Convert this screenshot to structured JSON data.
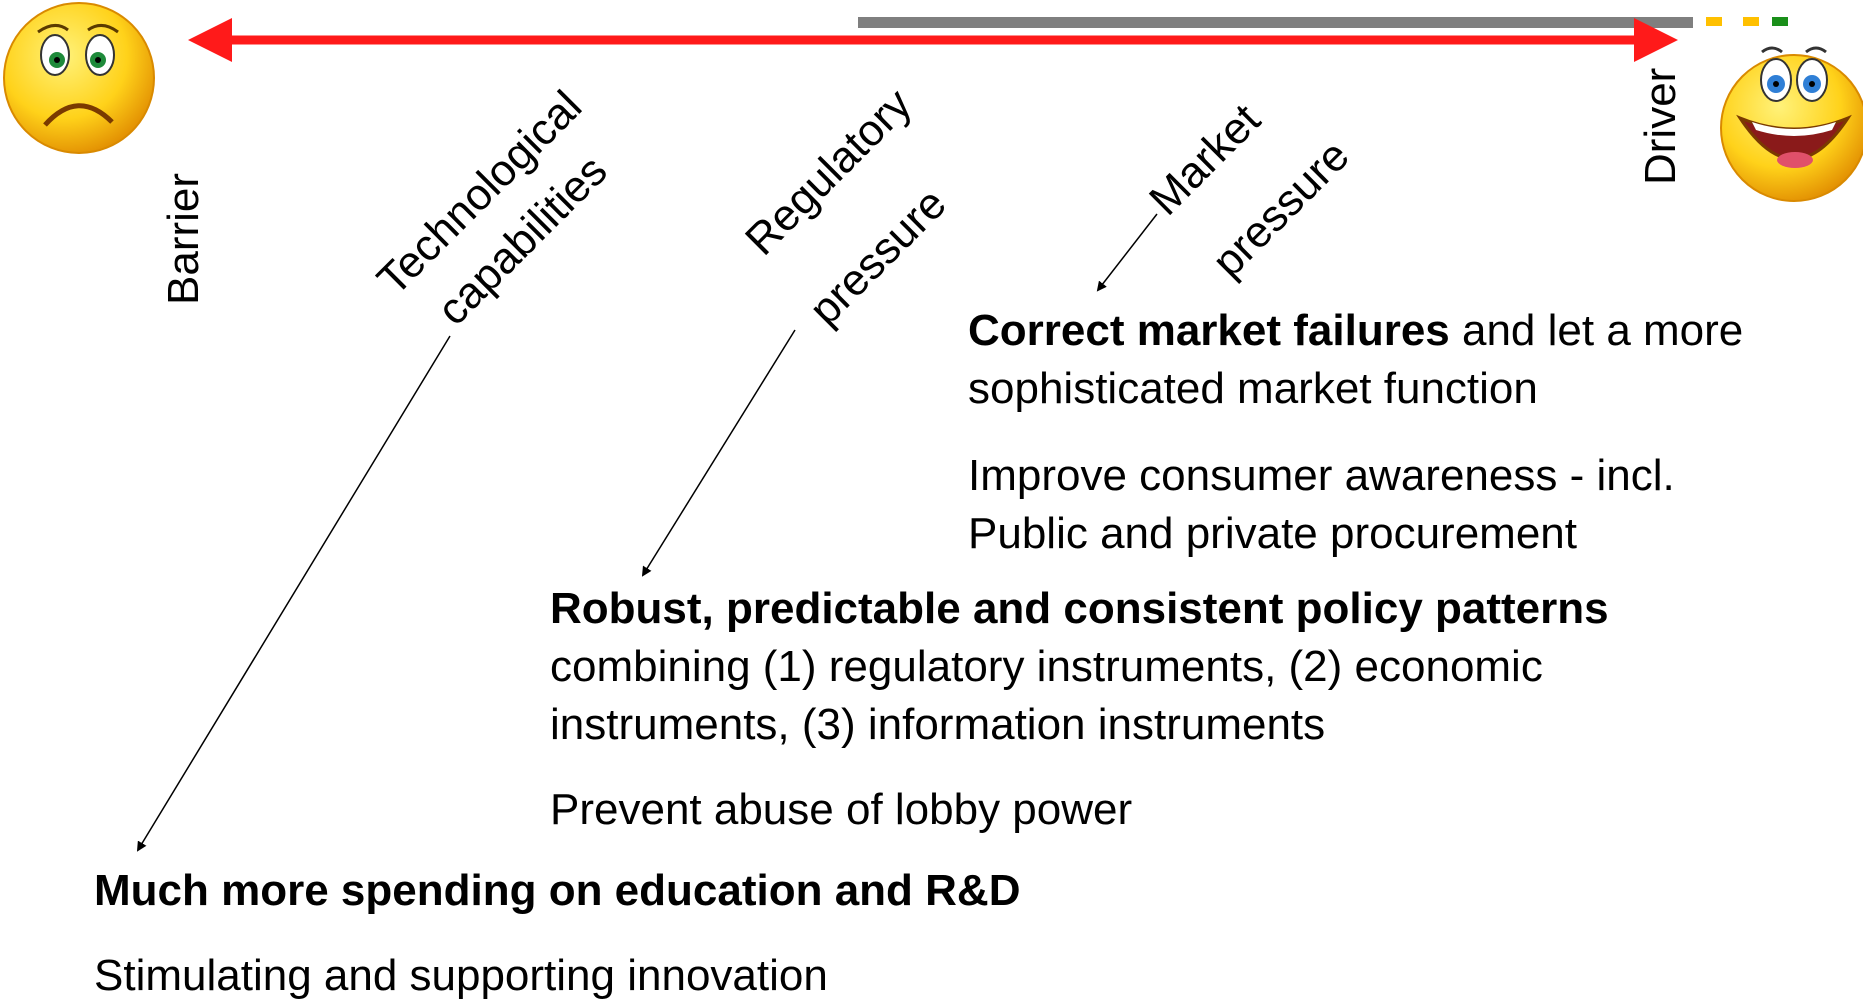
{
  "axis": {
    "left_label": "Barrier",
    "right_label": "Driver",
    "colors": {
      "arrow": "#ff1a1a",
      "bar": "#7f7f7f",
      "dash_orange": "#ffc000",
      "dash_green": "#1a8f1a"
    }
  },
  "faces": {
    "left": "sad-face-icon",
    "right": "happy-face-icon"
  },
  "factors": {
    "tech_line1": "Technological",
    "tech_line2": "capabilities",
    "reg_line1": "Regulatory",
    "reg_line2": "pressure",
    "market_line1": "Market",
    "market_line2": "pressure"
  },
  "market": {
    "bold": "Correct market failures",
    "rest1": " and let a more",
    "line2": "sophisticated market function",
    "p2_line1": "Improve consumer awareness - incl.",
    "p2_line2": "Public and private procurement"
  },
  "policy": {
    "title": "Robust, predictable and consistent policy patterns",
    "line2": "combining (1) regulatory instruments, (2) economic",
    "line3": "instruments, (3) information instruments",
    "p2": "Prevent abuse of lobby power"
  },
  "tech": {
    "title": "Much more spending on education and R&D",
    "p2": "Stimulating and supporting innovation"
  }
}
